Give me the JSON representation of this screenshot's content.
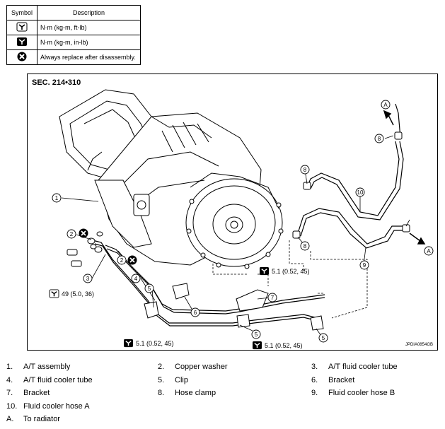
{
  "symbol_table": {
    "headers": [
      "Symbol",
      "Description"
    ],
    "rows": [
      {
        "icon": "torque-wrench-nm-kgm-ftlb-icon",
        "description": "N·m (kg-m, ft-lb)"
      },
      {
        "icon": "torque-wrench-nm-kgm-inlb-icon",
        "description": "N·m (kg-m, in-lb)"
      },
      {
        "icon": "always-replace-icon",
        "description": "Always replace after disassembly."
      }
    ]
  },
  "figure": {
    "section": "SEC. 214•310",
    "code": "JPDIA0854GB",
    "callouts": [
      "1",
      "2",
      "2",
      "3",
      "4",
      "5",
      "5",
      "5",
      "6",
      "7",
      "8",
      "8",
      "8",
      "9",
      "10"
    ],
    "ref_letters": [
      "A",
      "A"
    ],
    "torques": [
      {
        "value": "49 (5.0, 36)"
      },
      {
        "value": "5.1 (0.52, 45)"
      },
      {
        "value": "5.1 (0.52, 45)"
      },
      {
        "value": "5.1 (0.52, 45)"
      }
    ]
  },
  "legend": [
    {
      "num": "1.",
      "text": "A/T assembly"
    },
    {
      "num": "2.",
      "text": "Copper washer"
    },
    {
      "num": "3.",
      "text": "A/T fluid cooler tube"
    },
    {
      "num": "4.",
      "text": "A/T fluid cooler tube"
    },
    {
      "num": "5.",
      "text": "Clip"
    },
    {
      "num": "6.",
      "text": "Bracket"
    },
    {
      "num": "7.",
      "text": "Bracket"
    },
    {
      "num": "8.",
      "text": "Hose clamp"
    },
    {
      "num": "9.",
      "text": "Fluid cooler hose B"
    },
    {
      "num": "10.",
      "text": "Fluid cooler hose A"
    },
    {
      "num": "A.",
      "text": "To radiator"
    }
  ]
}
